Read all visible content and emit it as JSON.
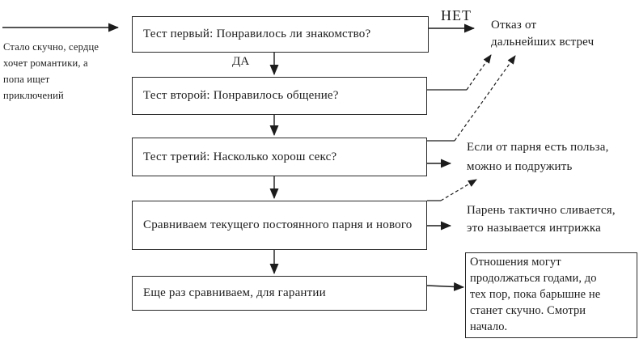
{
  "diagram": {
    "intro_lines": [
      "Стало скучно, сердце",
      "хочет романтики, а",
      "попа ищет",
      "приключений"
    ],
    "yes_label": "ДА",
    "no_label": "НЕТ",
    "steps": [
      "Тест первый: Понравилось ли знакомство?",
      "Тест второй: Понравилось общение?",
      "Тест третий: Насколько хорош секс?",
      "Сравниваем текущего постоянного парня и нового",
      "Еще раз сравниваем, для гарантии"
    ],
    "refusal_lines": [
      "Отказ от",
      "дальнейших встреч"
    ],
    "benefit_lines": [
      "Если от парня есть польза,",
      "можно и подружить"
    ],
    "fling_lines": [
      "Парень тактично сливается,",
      "это называется интрижка"
    ],
    "final_lines": [
      "Отношения могут",
      "продолжаться годами, до",
      "тех пор, пока барышне не",
      "станет скучно. Смотри",
      "начало."
    ],
    "colors": {
      "line": "#1c1c1c",
      "text": "#1c1c1c",
      "background": "#ffffff"
    }
  }
}
